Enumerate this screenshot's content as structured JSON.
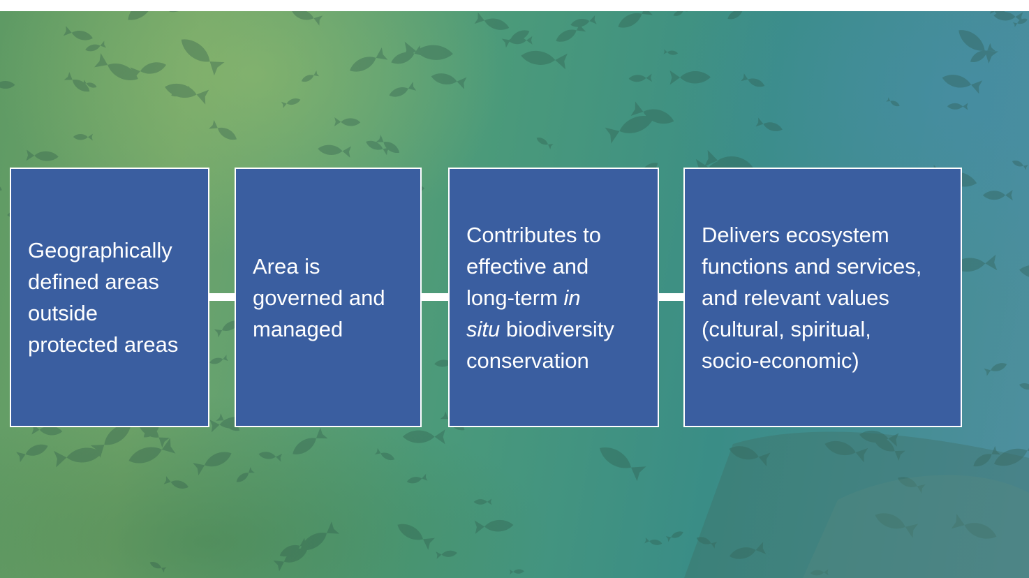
{
  "background": {
    "description_colors": {
      "green": "#6fa46a",
      "teal": "#3a8d86",
      "blue": "#4f8fa0"
    }
  },
  "box_fill": "#3a5ea0",
  "connector_color": "#ffffff",
  "steps": [
    {
      "lines": [
        "Geographically",
        "defined areas",
        "outside",
        "protected areas"
      ]
    },
    {
      "lines": [
        "Area is",
        "governed and",
        "managed"
      ]
    },
    {
      "line1": "Contributes to",
      "line2": "effective and",
      "line3_plain": "long-term ",
      "line3_italic": "in",
      "line4_italic": "situ",
      "line4_plain": " biodiversity",
      "line5": "conservation"
    },
    {
      "lines": [
        "Delivers ecosystem",
        "functions and services,",
        "and relevant values",
        "(cultural, spiritual,",
        "socio-economic)"
      ]
    }
  ]
}
